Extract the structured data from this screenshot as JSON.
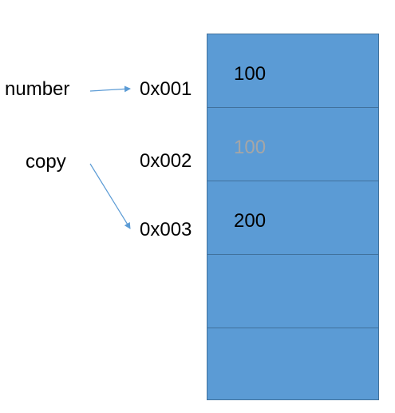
{
  "variables": {
    "number": "number",
    "copy": "copy"
  },
  "addresses": [
    "0x001",
    "0x002",
    "0x003"
  ],
  "memory_cells": [
    {
      "value": "100",
      "faded": false
    },
    {
      "value": "100",
      "faded": true
    },
    {
      "value": "200",
      "faded": false
    },
    {
      "value": "",
      "faded": false
    },
    {
      "value": "",
      "faded": false
    }
  ],
  "colors": {
    "cell_fill": "#5b9bd5",
    "cell_border": "#41719c",
    "arrow": "#5b9bd5",
    "faded_text": "#a6a6a6"
  }
}
